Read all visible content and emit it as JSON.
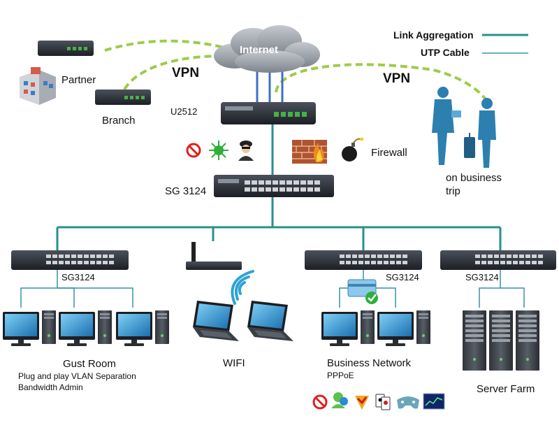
{
  "legend": {
    "link_aggregation": "Link Aggregation",
    "utp_cable": "UTP Cable"
  },
  "wan": {
    "internet": "Internet",
    "vpn_left": "VPN",
    "vpn_right": "VPN",
    "partner": "Partner",
    "branch": "Branch",
    "router_model": "U2512",
    "firewall": "Firewall",
    "on_business_trip": "on business\ntrip"
  },
  "core": {
    "core_switch": "SG 3124"
  },
  "access": {
    "switch_gust": "SG3124",
    "switch_business": "SG3124",
    "switch_server": "SG3124"
  },
  "zones": {
    "gust_room": "Gust Room",
    "gust_features": "Plug and play  VLAN Separation",
    "gust_features2": "Bandwidth Admin",
    "wifi": "WIFI",
    "business_network": "Business Network",
    "pppoe": "PPPoE",
    "server_farm": "Server Farm"
  },
  "colors": {
    "link_aggregation": "#2a8f8f",
    "utp_cable": "#3a8fa8",
    "vpn_dash": "#9ccc4a",
    "device_dark": "#2b2f36",
    "port_green": "#48b04a",
    "cloud": "#9aa2aa"
  },
  "icons": {
    "security_threats": [
      "blocked-sign-icon",
      "virus-icon",
      "hacker-icon"
    ],
    "firewall_icons": [
      "brick-firewall-icon",
      "bomb-icon"
    ],
    "apps": [
      "blocked-sign-icon",
      "messenger-icon",
      "antivirus-icon",
      "cards-icon",
      "gamepad-icon",
      "stock-chart-icon"
    ]
  }
}
